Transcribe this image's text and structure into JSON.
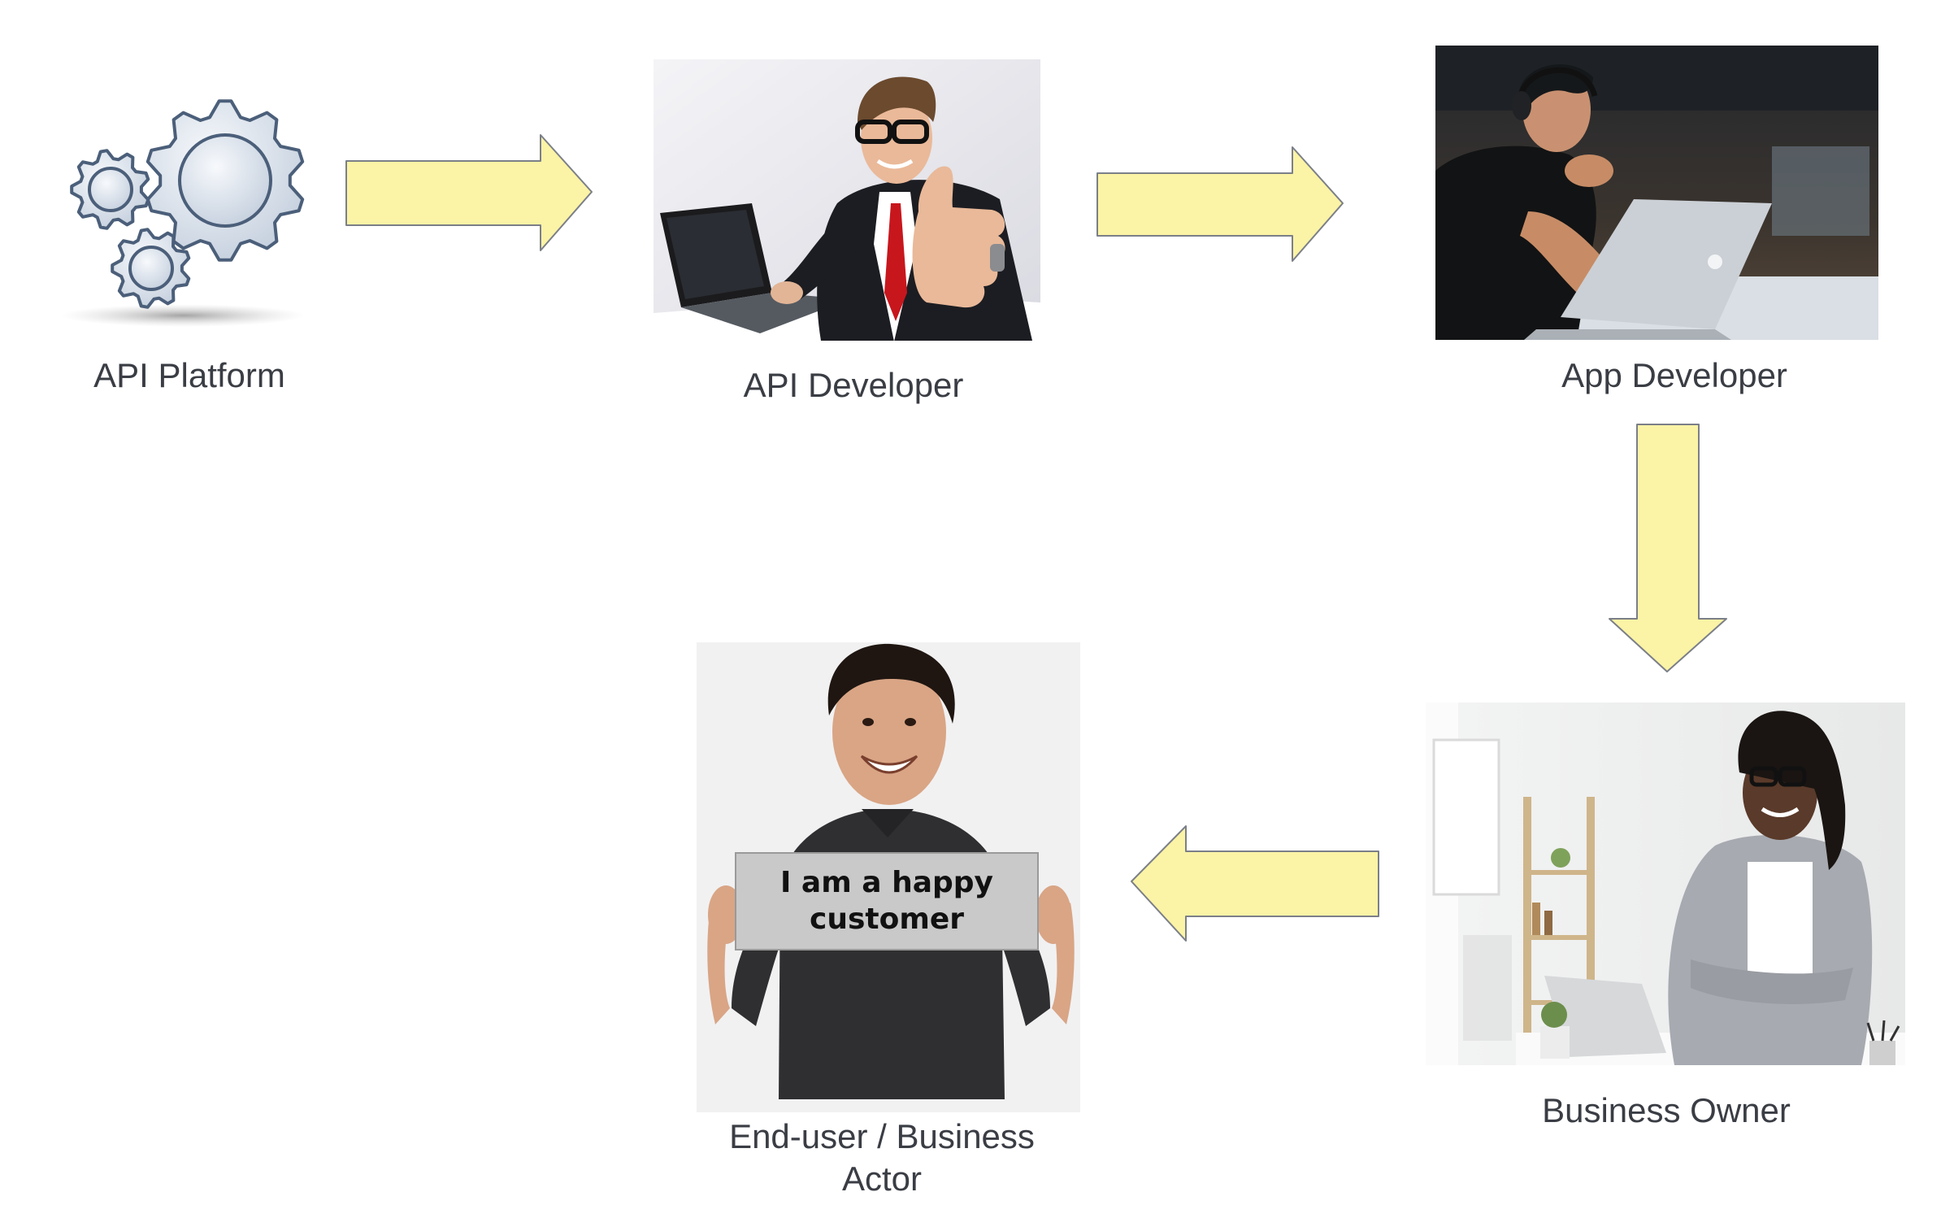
{
  "nodes": {
    "api_platform": {
      "label": "API Platform"
    },
    "api_developer": {
      "label": "API Developer"
    },
    "app_developer": {
      "label": "App Developer"
    },
    "business_owner": {
      "label": "Business Owner"
    },
    "end_user": {
      "label": "End-user / Business Actor",
      "sign_line_1": "I am a happy",
      "sign_line_2": "customer"
    }
  },
  "colors": {
    "arrow_fill": "#fbf3a5",
    "arrow_stroke": "#7b7f88",
    "label_text": "#3a3d44",
    "gear_fill": "#dfe6ef",
    "gear_stroke": "#4b5f7a"
  },
  "icons": {
    "platform": "gears-icon"
  }
}
